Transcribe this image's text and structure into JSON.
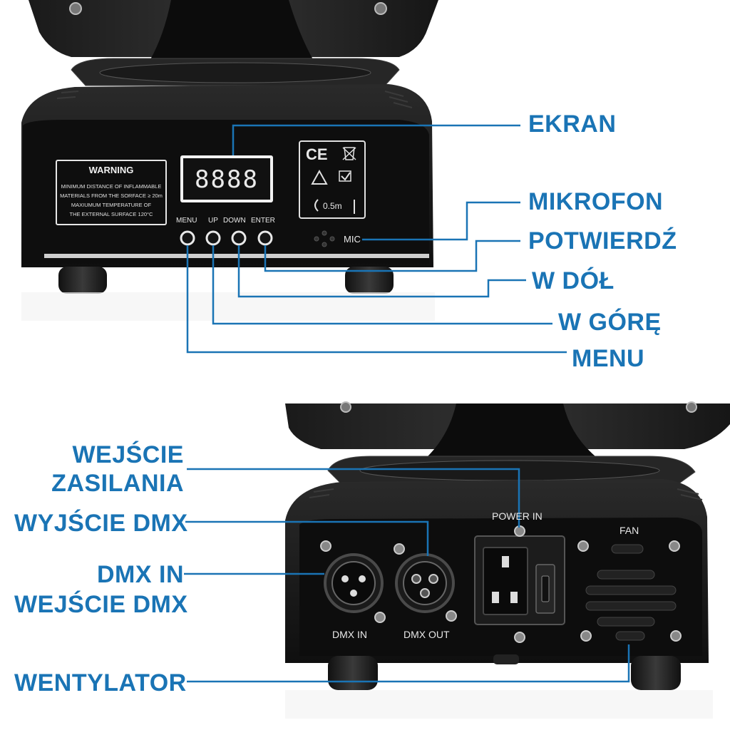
{
  "top_panel": {
    "warning_label": {
      "title": "WARNING",
      "lines": [
        "MINIMUM DISTANCE OF INFLAMMABLE",
        "MATERIALS FROM THE SORFACE ≥ 20m",
        "MAXIUMUM TEMPERATURE OF",
        "THE EXTERNAL SURFACE 120°C"
      ]
    },
    "display_value": "8888",
    "button_labels": [
      "MENU",
      "UP",
      "DOWN",
      "ENTER"
    ],
    "mic_label": "MIC",
    "cert_labels": {
      "ce": "CE",
      "distance": "0.5m"
    }
  },
  "top_callouts": [
    "EKRAN",
    "MIKROFON",
    "POTWIERDŹ",
    "W DÓŁ",
    "W GÓRĘ",
    "MENU"
  ],
  "bottom_panel": {
    "power_label": "POWER IN",
    "fan_label": "FAN",
    "dmx_in_label": "DMX IN",
    "dmx_out_label": "DMX OUT"
  },
  "bottom_callouts": {
    "power": [
      "WEJŚCIE",
      "ZASILANIA"
    ],
    "dmx_out": "WYJŚCIE DMX",
    "dmx_in": [
      "DMX IN",
      "WEJŚCIE DMX"
    ],
    "fan": "WENTYLATOR"
  },
  "colors": {
    "callout": "#1a74b5",
    "device_body": "#1b1b1b",
    "device_panel": "#0d0d0d"
  }
}
